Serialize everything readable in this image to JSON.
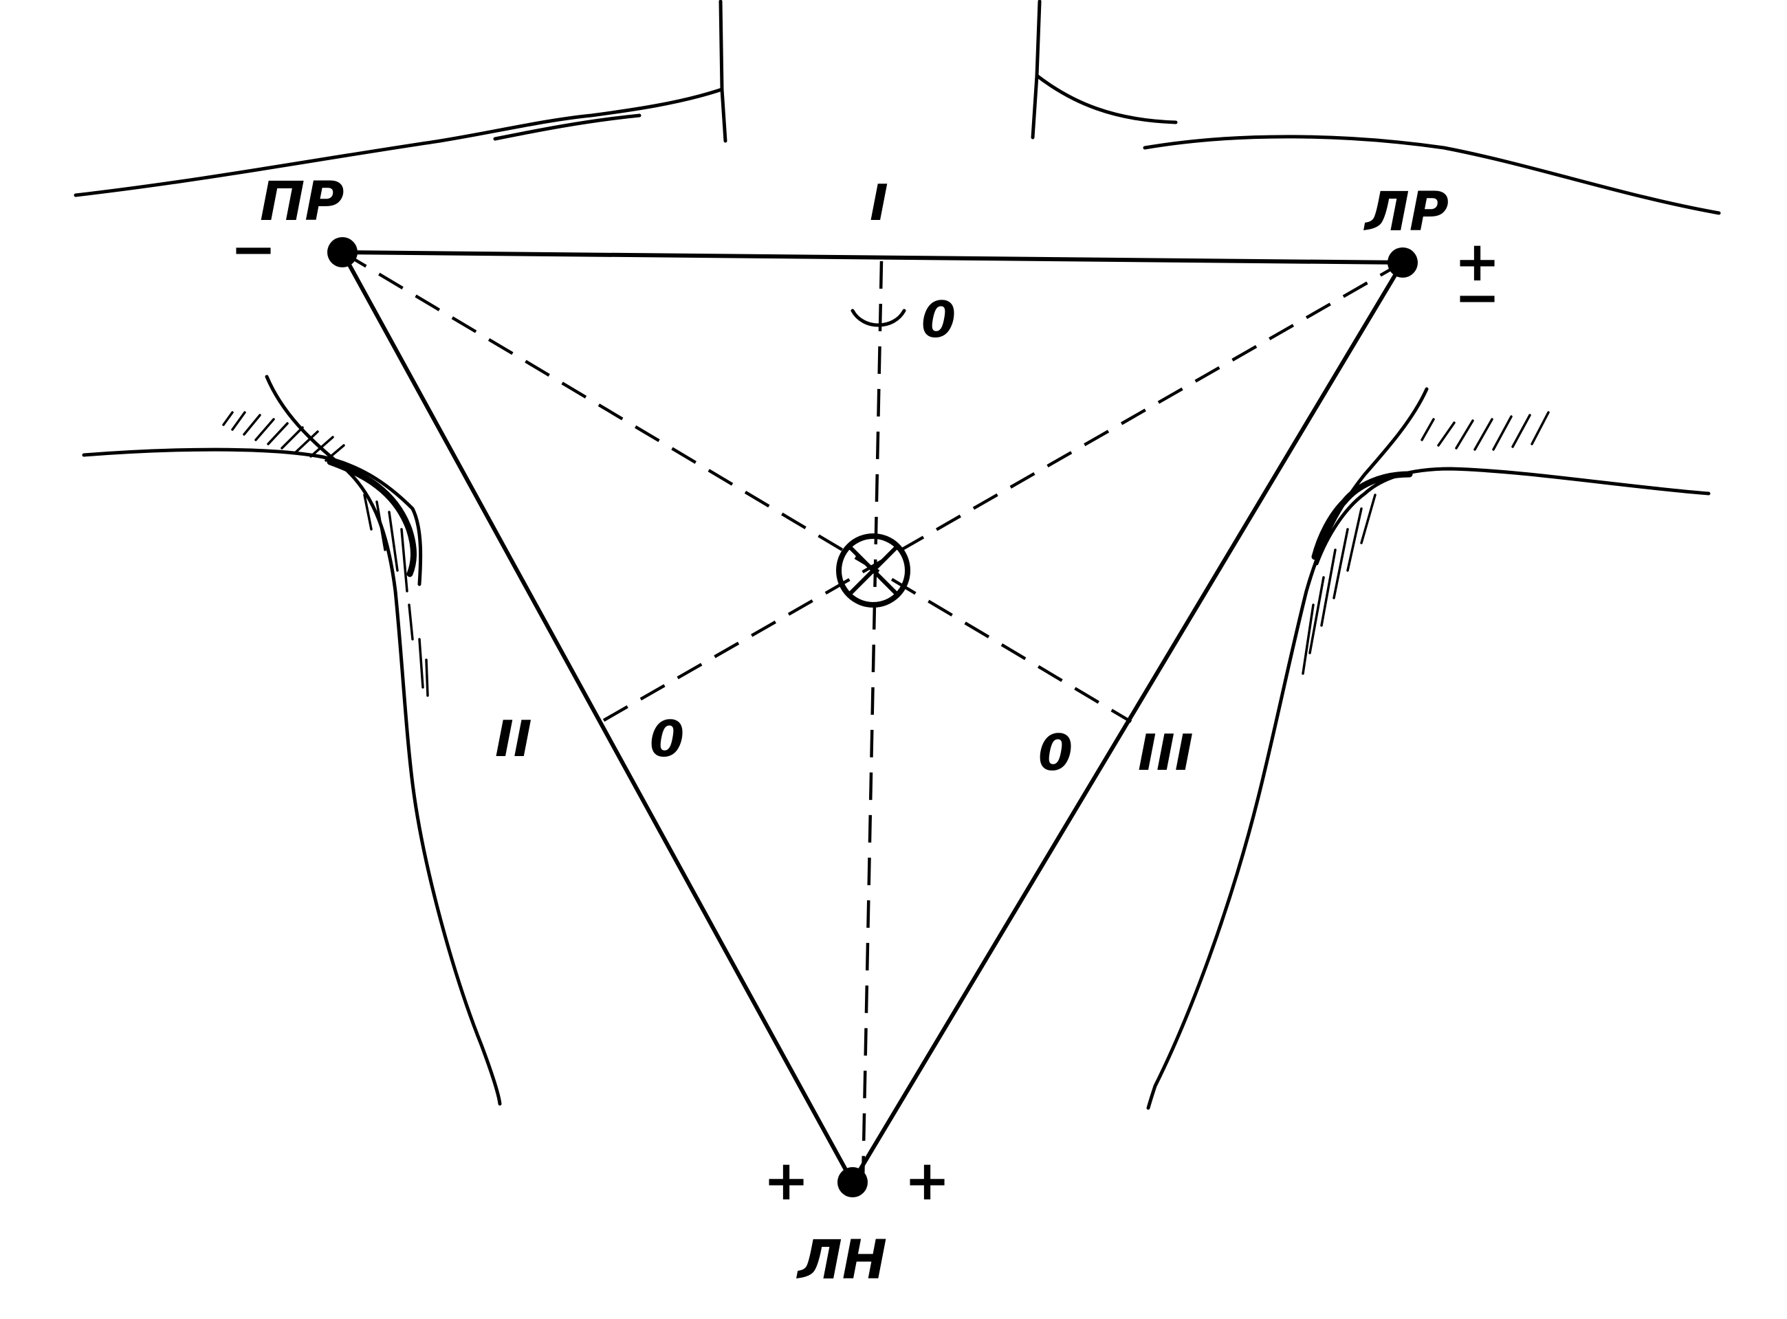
{
  "electrodes": {
    "right_arm": {
      "label": "ПР",
      "polarity": "−"
    },
    "left_arm": {
      "label": "ЛР",
      "polarity_top": "+",
      "polarity_bottom": "−"
    },
    "left_leg": {
      "label": "ЛН",
      "polarity_left": "+",
      "polarity_right": "+"
    }
  },
  "leads": {
    "lead_1": {
      "label": "I",
      "zero": "0"
    },
    "lead_2": {
      "label": "II",
      "zero": "0"
    },
    "lead_3": {
      "label": "III",
      "zero": "0"
    }
  },
  "colors": {
    "ink": "#000000",
    "paper": "#ffffff"
  }
}
